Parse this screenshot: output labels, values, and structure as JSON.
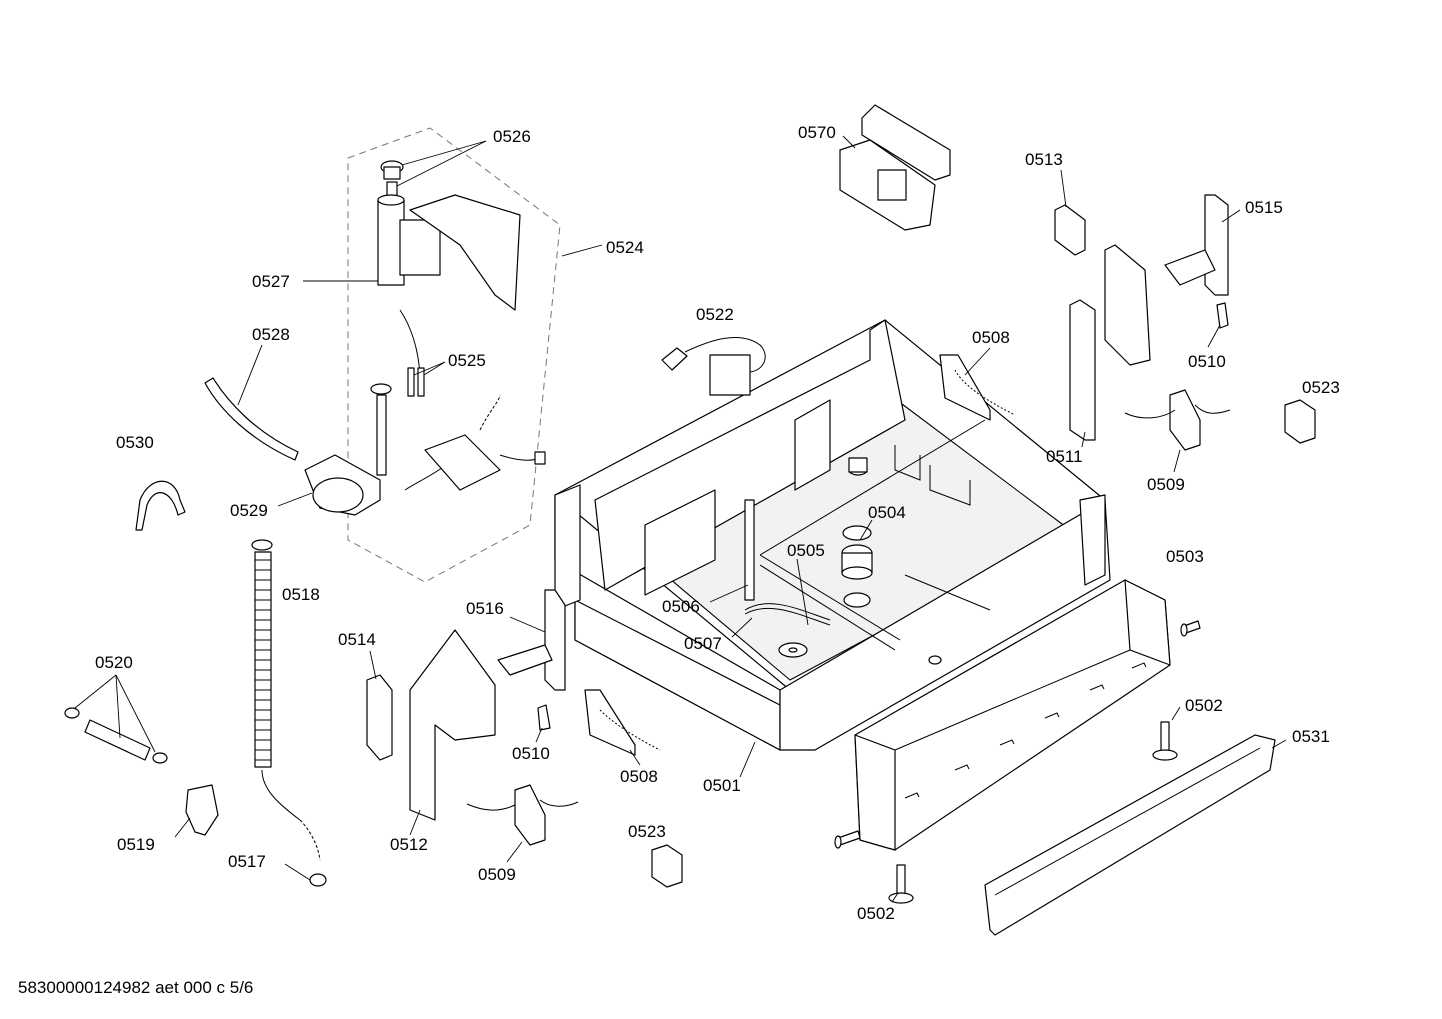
{
  "labels": {
    "p0501": "0501",
    "p0502a": "0502",
    "p0502b": "0502",
    "p0503": "0503",
    "p0504": "0504",
    "p0505": "0505",
    "p0506": "0506",
    "p0507": "0507",
    "p0508a": "0508",
    "p0508b": "0508",
    "p0509a": "0509",
    "p0509b": "0509",
    "p0510a": "0510",
    "p0510b": "0510",
    "p0511": "0511",
    "p0512": "0512",
    "p0513": "0513",
    "p0514": "0514",
    "p0515": "0515",
    "p0516": "0516",
    "p0517": "0517",
    "p0518": "0518",
    "p0519": "0519",
    "p0520": "0520",
    "p0522": "0522",
    "p0523a": "0523",
    "p0523b": "0523",
    "p0524": "0524",
    "p0525": "0525",
    "p0526": "0526",
    "p0527": "0527",
    "p0528": "0528",
    "p0529": "0529",
    "p0530": "0530",
    "p0531": "0531",
    "p0570": "0570"
  },
  "footer": "58300000124982 aet 000 c 5/6"
}
